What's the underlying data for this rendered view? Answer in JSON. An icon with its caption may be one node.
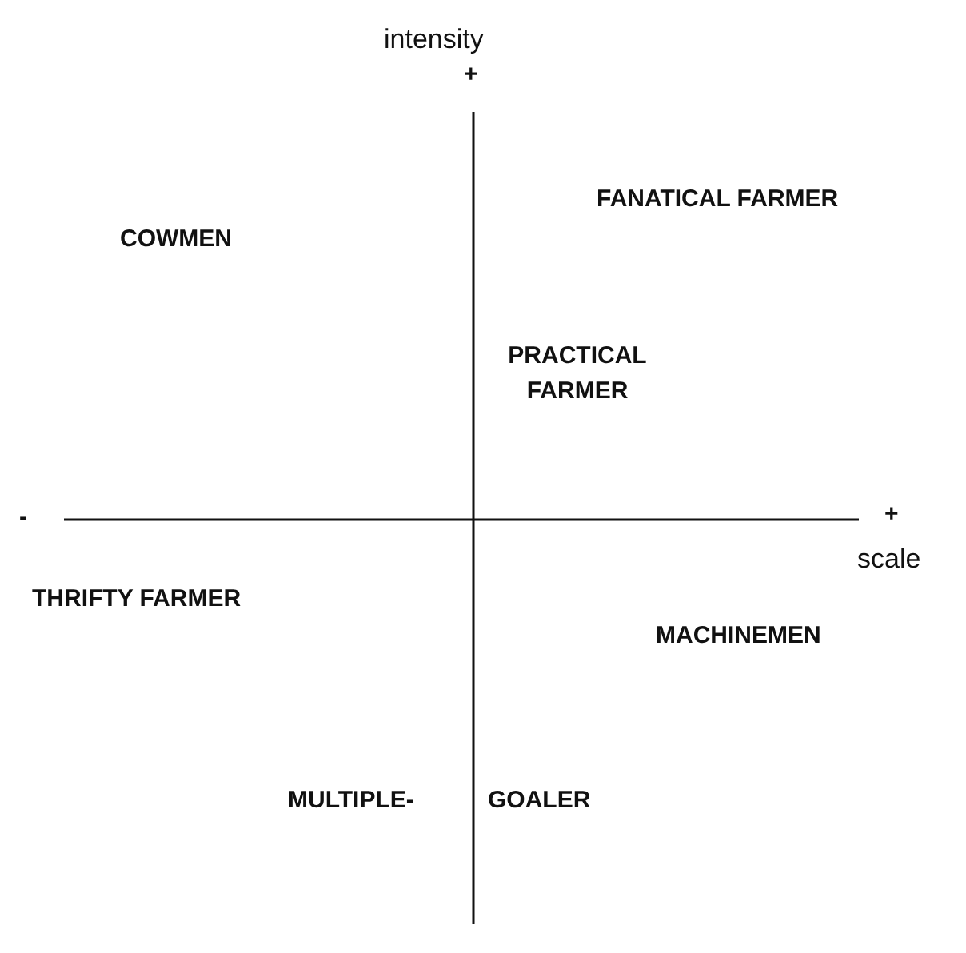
{
  "diagram": {
    "labels": [
      "intensity",
      "+",
      "FANATICAL FARMER",
      "COWMEN",
      "PRACTICAL FARMER",
      "-",
      "+",
      "scale",
      "THRIFTY FARMER",
      "MACHINEMEN",
      "MULTIPLE-",
      "GOALER"
    ]
  }
}
